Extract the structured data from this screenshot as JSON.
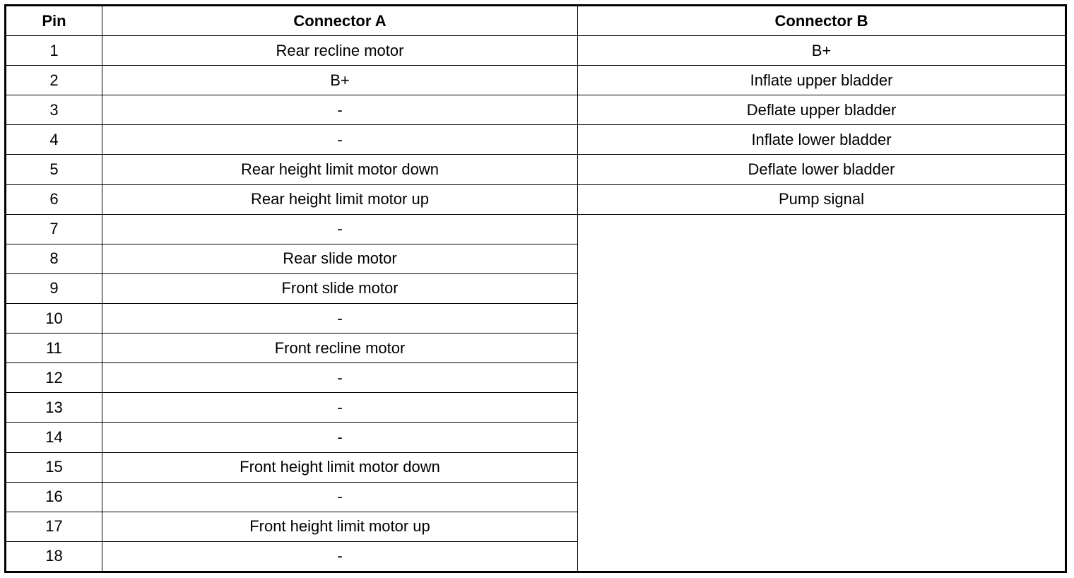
{
  "table": {
    "headers": {
      "pin": "Pin",
      "connector_a": "Connector A",
      "connector_b": "Connector B"
    },
    "rows": [
      {
        "pin": "1",
        "a": "Rear recline motor",
        "b": "B+"
      },
      {
        "pin": "2",
        "a": "B+",
        "b": "Inflate upper bladder"
      },
      {
        "pin": "3",
        "a": "-",
        "b": "Deflate upper bladder"
      },
      {
        "pin": "4",
        "a": "-",
        "b": "Inflate lower bladder"
      },
      {
        "pin": "5",
        "a": "Rear height limit motor down",
        "b": "Deflate lower bladder"
      },
      {
        "pin": "6",
        "a": "Rear height limit motor up",
        "b": "Pump signal"
      },
      {
        "pin": "7",
        "a": "-"
      },
      {
        "pin": "8",
        "a": "Rear slide motor"
      },
      {
        "pin": "9",
        "a": "Front slide motor"
      },
      {
        "pin": "10",
        "a": "-"
      },
      {
        "pin": "11",
        "a": "Front recline motor"
      },
      {
        "pin": "12",
        "a": "-"
      },
      {
        "pin": "13",
        "a": "-"
      },
      {
        "pin": "14",
        "a": "-"
      },
      {
        "pin": "15",
        "a": "Front height limit motor down"
      },
      {
        "pin": "16",
        "a": "-"
      },
      {
        "pin": "17",
        "a": "Front height limit motor up"
      },
      {
        "pin": "18",
        "a": "-"
      }
    ]
  }
}
